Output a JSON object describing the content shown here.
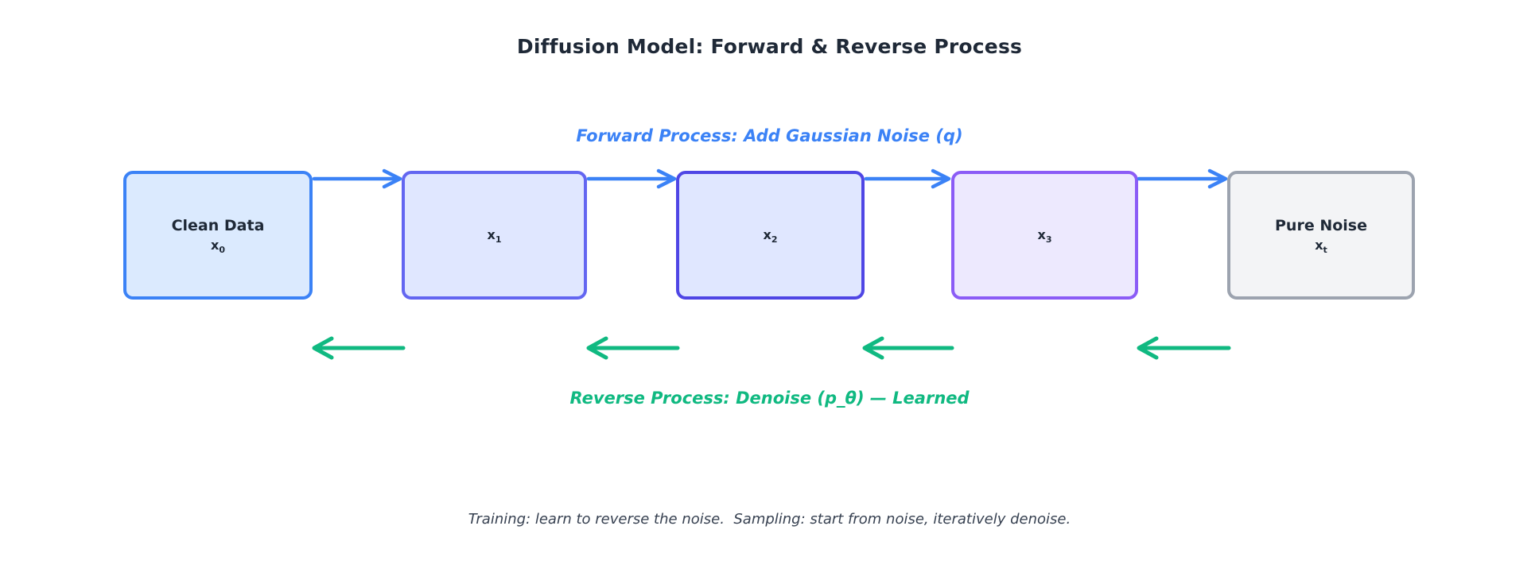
{
  "title": "Diffusion Model: Forward & Reverse Process",
  "forward_label": "Forward Process: Add Gaussian Noise (q)",
  "reverse_label": "Reverse Process: Denoise (p_θ) — Learned",
  "caption": "Training: learn to reverse the noise.  Sampling: start from noise, iteratively denoise.",
  "boxes": [
    {
      "title": "Clean Data",
      "symbol_base": "x",
      "symbol_sub": "0",
      "fill": "#dbeafe",
      "border": "#3b82f6"
    },
    {
      "title": "",
      "symbol_base": "x",
      "symbol_sub": "1",
      "fill": "#e0e7ff",
      "border": "#6366f1"
    },
    {
      "title": "",
      "symbol_base": "x",
      "symbol_sub": "2",
      "fill": "#e0e7ff",
      "border": "#4f46e5"
    },
    {
      "title": "",
      "symbol_base": "x",
      "symbol_sub": "3",
      "fill": "#ede9fe",
      "border": "#8b5cf6"
    },
    {
      "title": "Pure Noise",
      "symbol_base": "x",
      "symbol_sub": "t",
      "fill": "#f3f4f6",
      "border": "#9ca3af"
    }
  ],
  "colors": {
    "background": "#ffffff",
    "forward_blue": "#3b82f6",
    "reverse_green": "#10b981",
    "title_color": "#1f2937",
    "box_text": "#1f2937",
    "caption_color": "#374151"
  }
}
